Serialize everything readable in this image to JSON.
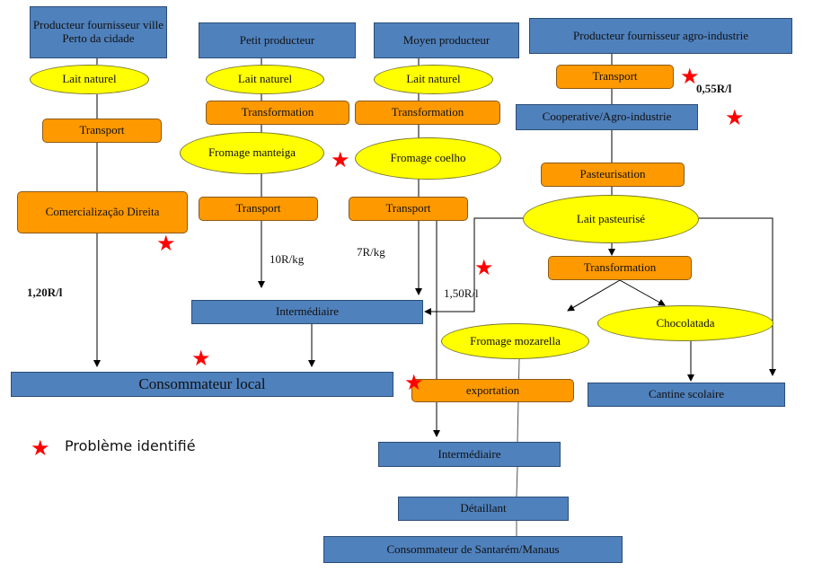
{
  "nodes": {
    "prod_ville": "Producteur fournisseur ville Perto da cidade",
    "petit_prod": "Petit producteur",
    "moyen_prod": "Moyen producteur",
    "prod_agro": "Producteur fournisseur agro-industrie",
    "lait1": "Lait naturel",
    "lait2": "Lait naturel",
    "lait3": "Lait naturel",
    "transport1": "Transport",
    "transfo2": "Transformation",
    "transfo3": "Transformation",
    "fromage_manteiga": "Fromage manteiga",
    "fromage_coelho": "Fromage coelho",
    "comercializacao": "Comercialização Direita",
    "transport2": "Transport",
    "transport3": "Transport",
    "transport_agro": "Transport",
    "cooperative": "Cooperative/Agro-industrie",
    "pasteurisation": "Pasteurisation",
    "lait_pasteurise": "Lait pasteurisé",
    "transfo_agro": "Transformation",
    "chocolatada": "Chocolatada",
    "fromage_mozarella": "Fromage mozarella",
    "intermediaire1": "Intermédiaire",
    "consommateur_local": "Consommateur local",
    "exportation": "exportation",
    "cantine": "Cantine scolaire",
    "intermediaire2": "Intermédiaire",
    "detaillant": "Détaillant",
    "consommateur_santarem": "Consommateur de Santarém/Manaus"
  },
  "labels": {
    "price_10": "10R/kg",
    "price_7": "7R/kg",
    "price_120": "1,20R/l",
    "price_150": "1,50R/l",
    "price_055": "0,55R/l"
  },
  "legend": {
    "text": "Problème identifié",
    "icon": "red-star-icon"
  },
  "colors": {
    "producer": "#4f81bd",
    "process": "#ff9900",
    "product": "#ffff00",
    "problem": "#ff0000"
  }
}
